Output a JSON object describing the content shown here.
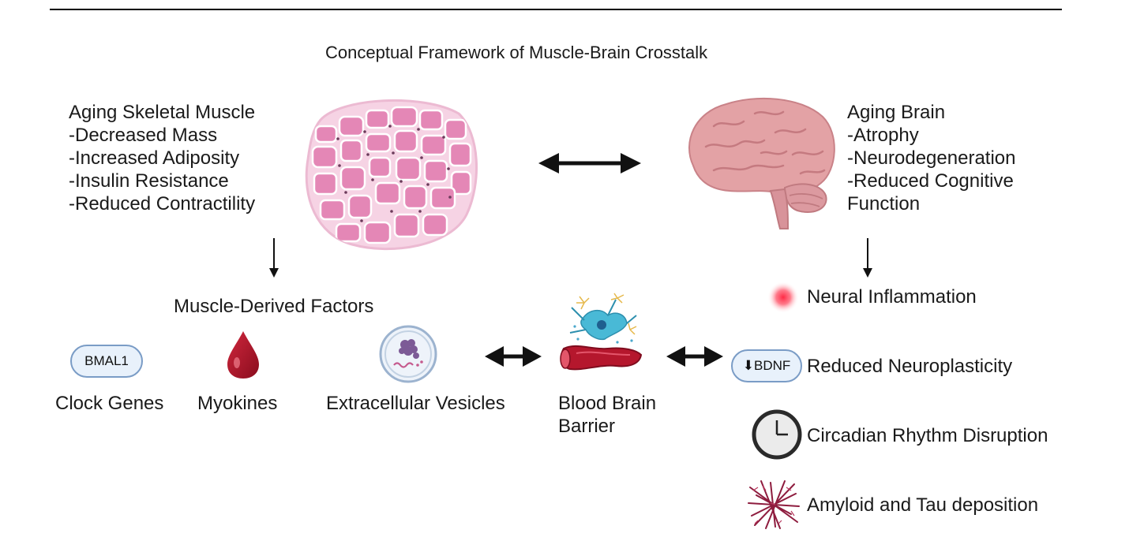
{
  "title": "Conceptual Framework of Muscle-Brain Crosstalk",
  "muscle": {
    "heading": "Aging Skeletal Muscle",
    "items": [
      "-Decreased Mass",
      "-Increased Adiposity",
      "-Insulin Resistance",
      "-Reduced Contractility"
    ]
  },
  "brain": {
    "heading": "Aging Brain",
    "items": [
      "-Atrophy",
      "-Neurodegeneration",
      "-Reduced Cognitive",
      "Function"
    ]
  },
  "factors": {
    "heading": "Muscle-Derived Factors",
    "clock_genes": {
      "badge": "BMAL1",
      "label": "Clock Genes"
    },
    "myokines": {
      "label": "Myokines"
    },
    "vesicles": {
      "label": "Extracellular Vesicles"
    }
  },
  "bbb": {
    "line1": "Blood Brain",
    "line2": "Barrier"
  },
  "outcomes": {
    "inflammation": "Neural Inflammation",
    "bdnf_badge": "⬇BDNF",
    "neuroplasticity": "Reduced Neuroplasticity",
    "circadian": "Circadian Rhythm Disruption",
    "amyloid": "Amyloid and Tau deposition"
  },
  "colors": {
    "muscle_pink": "#e79ac0",
    "brain_pink": "#e3a2a5",
    "blood_red": "#b3122a",
    "badge_border": "#7a9cc6",
    "badge_fill": "#e8f1fb",
    "inflammation_red": "#ff2a45",
    "amyloid": "#8e1c3e"
  }
}
